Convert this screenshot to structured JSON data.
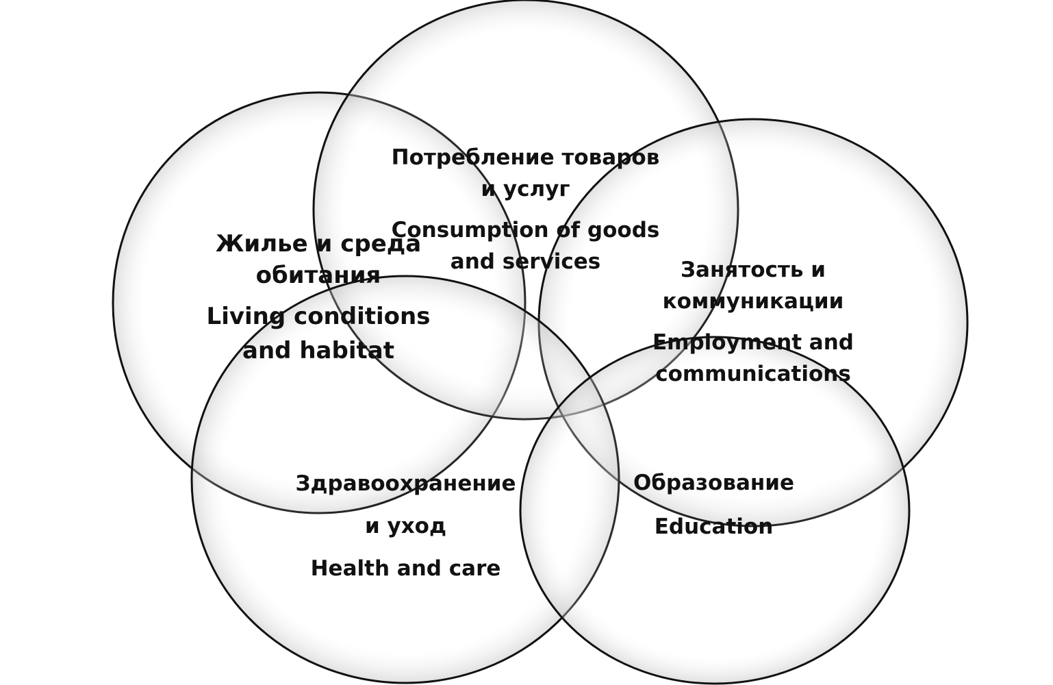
{
  "circles": [
    {
      "id": "living",
      "ru_line1": "Жилье и среда",
      "ru_line2": "обитания",
      "en_line1": "Living conditions",
      "en_line2": "and habitat"
    },
    {
      "id": "consumption",
      "ru_line1": "Потребление товаров",
      "ru_line2": "и услуг",
      "en_line1": "Consumption of goods",
      "en_line2": "and services"
    },
    {
      "id": "employment",
      "ru_line1": "Занятость и",
      "ru_line2": "коммуникации",
      "en_line1": "Employment and",
      "en_line2": "communications"
    },
    {
      "id": "health",
      "ru_line1": "Здравоохранение",
      "ru_line2": "и уход",
      "en_line1": "Health and care"
    },
    {
      "id": "education",
      "ru_line1": "Образование",
      "en_line1": "Education"
    }
  ],
  "colors": {
    "stroke": "#111111",
    "shade": "#cfcfcf"
  }
}
